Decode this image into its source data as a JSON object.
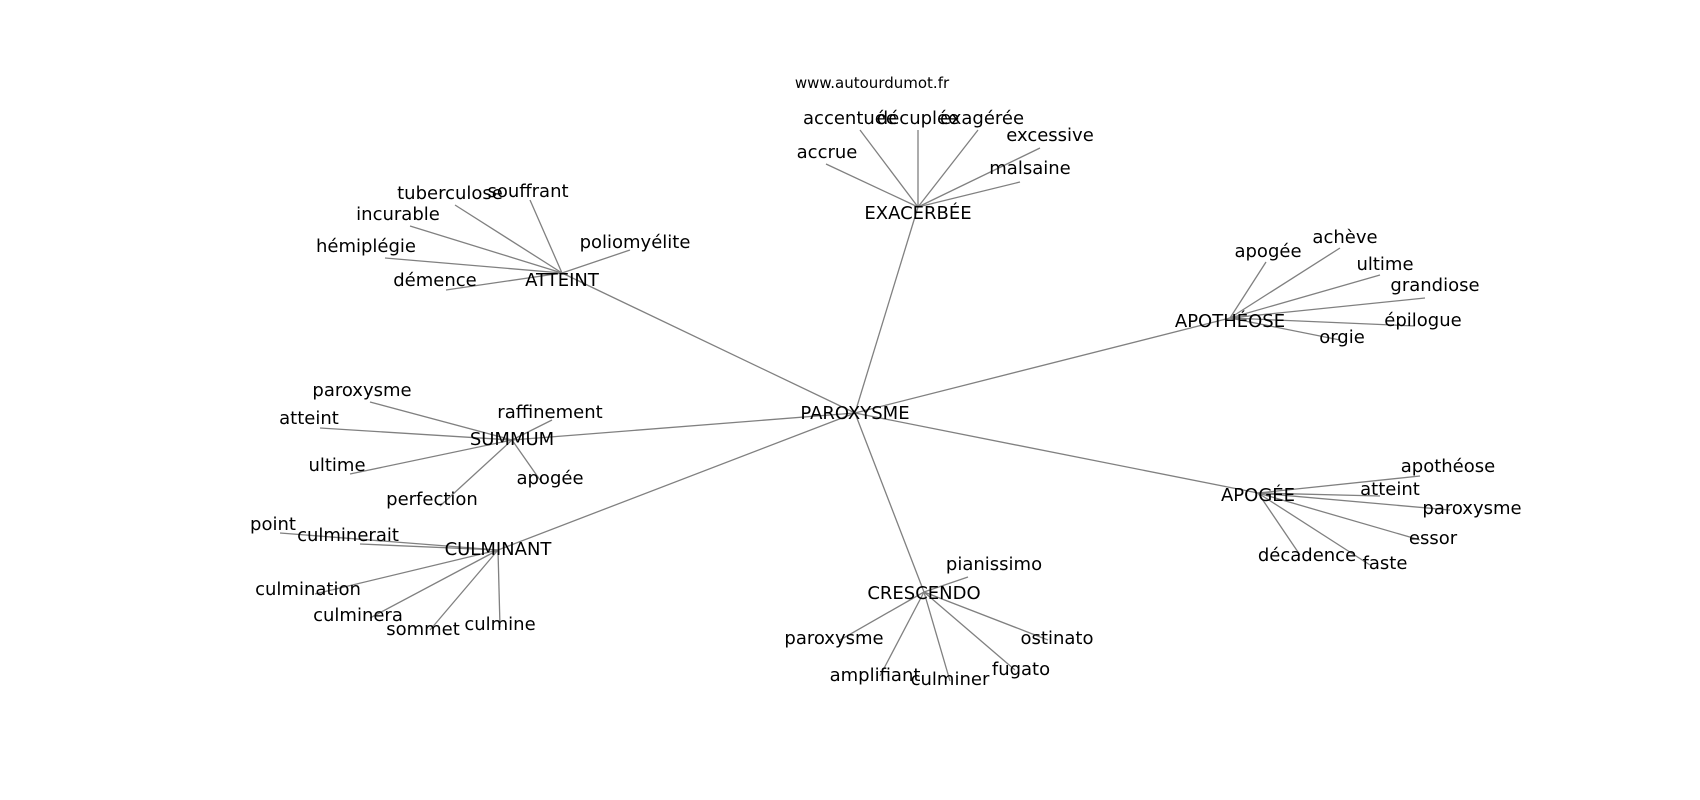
{
  "source": "www.autourdumot.fr",
  "graph": {
    "center": "PAROXYSME",
    "clusters": [
      {
        "name": "EXACERBÉE",
        "leaves": [
          "accentuée",
          "décuplée",
          "exagérée",
          "excessive",
          "malsaine",
          "accrue"
        ]
      },
      {
        "name": "ATTEINT",
        "leaves": [
          "tuberculose",
          "souffrant",
          "incurable",
          "hémiplégie",
          "démence",
          "poliomyélite"
        ]
      },
      {
        "name": "APOTHÉOSE",
        "leaves": [
          "apogée",
          "achève",
          "ultime",
          "grandiose",
          "épilogue",
          "orgie"
        ]
      },
      {
        "name": "SUMMUM",
        "leaves": [
          "paroxysme",
          "atteint",
          "ultime",
          "perfection",
          "raffinement",
          "apogée"
        ]
      },
      {
        "name": "APOGÉE",
        "leaves": [
          "apothéose",
          "atteint",
          "paroxysme",
          "essor",
          "décadence",
          "faste"
        ]
      },
      {
        "name": "CULMINANT",
        "leaves": [
          "point",
          "culminerait",
          "culmination",
          "culminera",
          "sommet",
          "culmine"
        ]
      },
      {
        "name": "CRESCENDO",
        "leaves": [
          "pianissimo",
          "paroxysme",
          "ostinato",
          "fugato",
          "amplifiant",
          "culminer"
        ]
      }
    ]
  }
}
